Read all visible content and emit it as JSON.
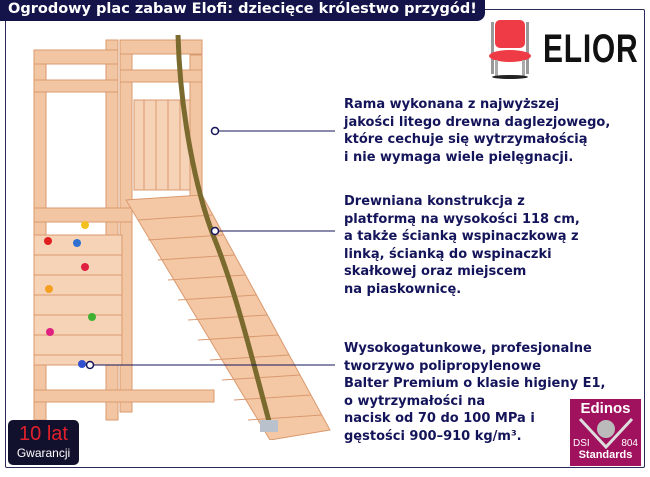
{
  "title": "Ogrodowy plac zabaw Elofi: dziecięce królestwo przygód!",
  "brand": {
    "name": "ELIOR",
    "icon": "chair-icon"
  },
  "features": [
    {
      "lines": [
        "Rama wykonana z najwyższej",
        "jakości litego drewna daglezjowego,",
        "które cechuje się wytrzymałością",
        "i nie wymaga wiele pielęgnacji."
      ]
    },
    {
      "lines": [
        "Drewniana konstrukcja z",
        "platformą na wysokości 118 cm,",
        "a także ścianką wspinaczkową z",
        "linką, ścianką do wspinaczki",
        "skałkowej oraz miejscem",
        "na piaskownicę."
      ]
    },
    {
      "lines": [
        "Wysokogatunkowe, profesjonalne",
        "tworzywo polipropylenowe",
        "Balter Premium o klasie higieny E1,",
        "o wytrzymałości na",
        "nacisk od 70 do 100 MPa i",
        "gęstości 900–910 kg/m³."
      ]
    }
  ],
  "warranty": {
    "years": "10 lat",
    "label": "Gwarancji"
  },
  "certificate": {
    "name": "Edinos",
    "left": "DSI",
    "right": "804",
    "label": "Standards"
  }
}
